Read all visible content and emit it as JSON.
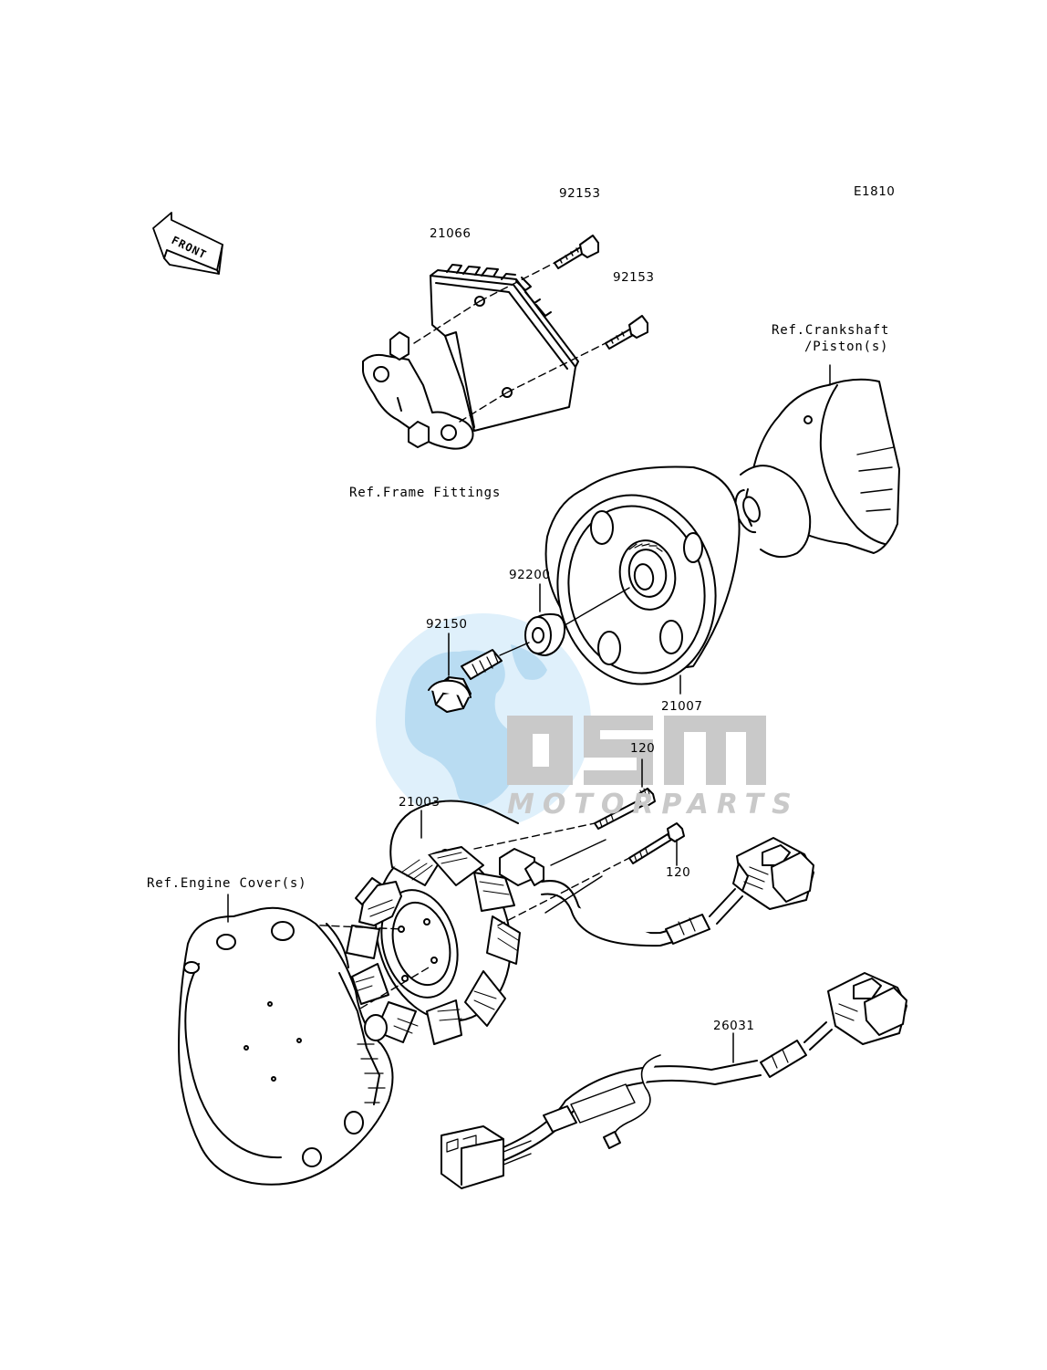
{
  "diagram_code": "E1810",
  "front_label": "FRONT",
  "watermark": {
    "brand": "OSM",
    "subtitle": "MOTORPARTS",
    "color": "#c8e2f4"
  },
  "references": {
    "crankshaft_line1": "Ref.Crankshaft",
    "crankshaft_line2": "/Piston(s)",
    "frame_fittings": "Ref.Frame Fittings",
    "engine_cover": "Ref.Engine Cover(s)"
  },
  "parts": {
    "regulator": "21066",
    "bolt_top": "92153",
    "bolt_mid": "92153",
    "rotor": "21007",
    "washer": "92200",
    "rotor_bolt": "92150",
    "stator": "21003",
    "stator_bolt_a": "120",
    "stator_bolt_b": "120",
    "harness": "26031"
  }
}
